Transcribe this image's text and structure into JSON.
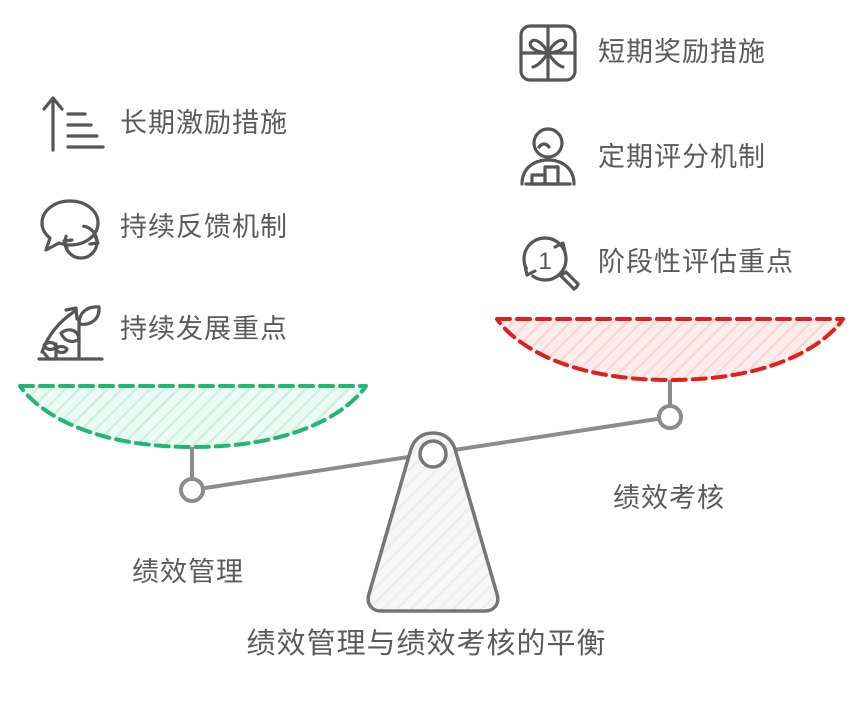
{
  "diagram": {
    "title": "绩效管理与绩效考核的平衡",
    "caption": "绩效管理与绩效考核的平衡"
  },
  "colors": {
    "left_pan_stroke": "#22b573",
    "left_pan_fill": "#e6f9ef",
    "left_pan_hatch": "#d2f2e2",
    "right_pan_stroke": "#e02020",
    "right_pan_fill": "#fdeaea",
    "right_pan_hatch": "#fbd9da",
    "fulcrum_stroke": "#767676",
    "fulcrum_fill": "#f4f4f4",
    "fulcrum_hatch": "#ececec",
    "beam": "#8c8c8c",
    "icon": "#565656",
    "text": "#5b5b5f"
  },
  "left_side": {
    "pan_label": "绩效管理",
    "items": [
      {
        "icon": "growth-arrow-bars-icon",
        "label": "长期激励措施"
      },
      {
        "icon": "speech-bubble-refresh-icon",
        "label": "持续反馈机制"
      },
      {
        "icon": "growing-plant-arrow-icon",
        "label": "持续发展重点"
      }
    ]
  },
  "right_side": {
    "pan_label": "绩效考核",
    "items": [
      {
        "icon": "gift-box-icon",
        "label": "短期奖励措施"
      },
      {
        "icon": "person-bar-chart-icon",
        "label": "定期评分机制"
      },
      {
        "icon": "magnifier-cycle-one-icon",
        "label": "阶段性评估重点"
      }
    ]
  },
  "balance": {
    "left_pan_name": "left-balance-pan",
    "right_pan_name": "right-balance-pan",
    "fulcrum_name": "balance-fulcrum",
    "pivot_number": "1"
  }
}
